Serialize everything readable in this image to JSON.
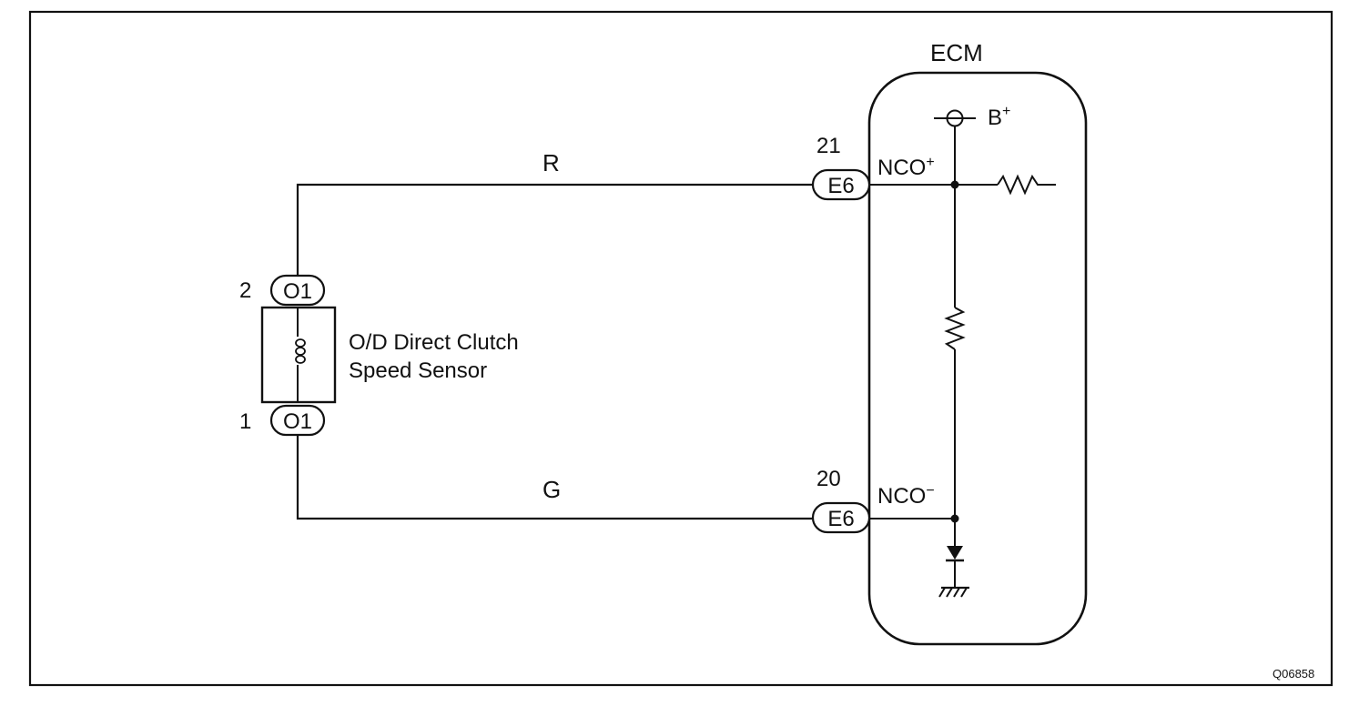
{
  "ecm": {
    "title": "ECM",
    "power": "B",
    "power_sup": "+",
    "nco_plus": "NCO",
    "nco_plus_sup": "+",
    "nco_minus": "NCO",
    "nco_minus_sup": "−"
  },
  "connectors": {
    "ecm_top": {
      "pin": "21",
      "code": "E6"
    },
    "ecm_bottom": {
      "pin": "20",
      "code": "E6"
    },
    "sensor_top": {
      "pin": "2",
      "code": "O1"
    },
    "sensor_bottom": {
      "pin": "1",
      "code": "O1"
    }
  },
  "wires": {
    "top_color": "R",
    "bottom_color": "G"
  },
  "sensor": {
    "line1": "O/D Direct Clutch",
    "line2": "Speed Sensor"
  },
  "figure_id": "Q06858"
}
